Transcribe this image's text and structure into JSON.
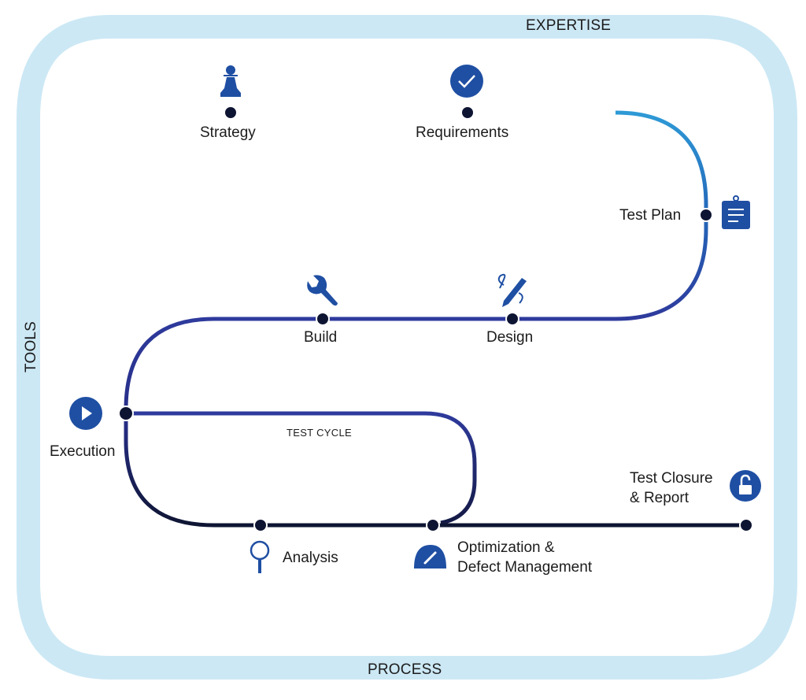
{
  "frame": {
    "top_label": "EXPERTISE",
    "left_label": "TOOLS",
    "bottom_label": "PROCESS",
    "color": "#cce8f5"
  },
  "colors": {
    "path_start": "#2ba3dc",
    "path_mid": "#2e3a9c",
    "path_end": "#0e1533",
    "node": "#0e1533",
    "icon": "#1f4fa3"
  },
  "stages": [
    {
      "label": "Strategy",
      "icon": "pawn-icon"
    },
    {
      "label": "Requirements",
      "icon": "checkmark-circle-icon"
    },
    {
      "label": "Test Plan",
      "icon": "clipboard-icon"
    },
    {
      "label": "Design",
      "icon": "pencil-icon"
    },
    {
      "label": "Build",
      "icon": "wrench-icon"
    },
    {
      "label": "Execution",
      "icon": "play-icon"
    },
    {
      "label": "Analysis",
      "icon": "magnifier-icon"
    },
    {
      "label_line1": "Optimization &",
      "label_line2": "Defect Management",
      "icon": "gauge-icon"
    },
    {
      "label_line1": "Test Closure",
      "label_line2": "& Report",
      "icon": "lock-icon"
    }
  ],
  "loop_label": "TEST CYCLE"
}
